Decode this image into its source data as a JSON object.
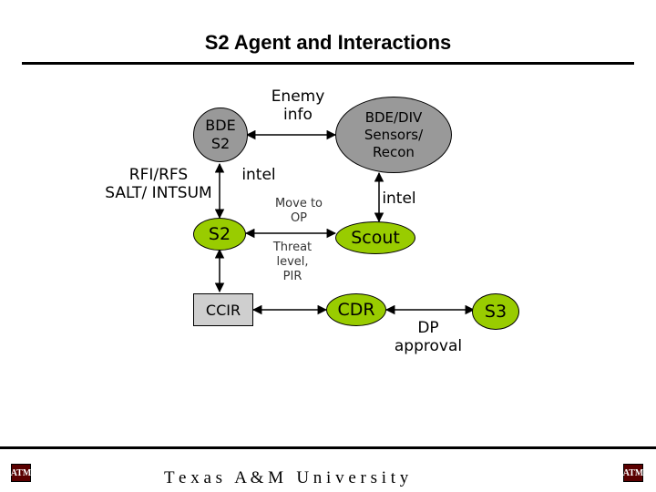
{
  "title": "S2 Agent and Interactions",
  "nodes": {
    "bde_s2": "BDE\nS2",
    "enemy_info": "Enemy\ninfo",
    "bde_div": "BDE/DIV\nSensors/\nRecon",
    "rfi": "RFI/RFS\nSALT/ INTSUM",
    "intel_left": "intel",
    "intel_right": "intel",
    "move_to_op": "Move to\nOP",
    "threat_level": "Threat\nlevel,\nPIR",
    "s2": "S2",
    "scout": "Scout",
    "ccir": "CCIR",
    "cdr": "CDR",
    "dp_approval": "DP\napproval",
    "s3": "S3"
  },
  "colors": {
    "agent_fill": "#99cc00",
    "source_fill": "#999999",
    "box_fill": "#cfcfcf"
  },
  "footer": {
    "university": "T e x a s   A & M   U n i v e r s i t y",
    "logo_left": "ATM",
    "logo_right": "ATM"
  }
}
